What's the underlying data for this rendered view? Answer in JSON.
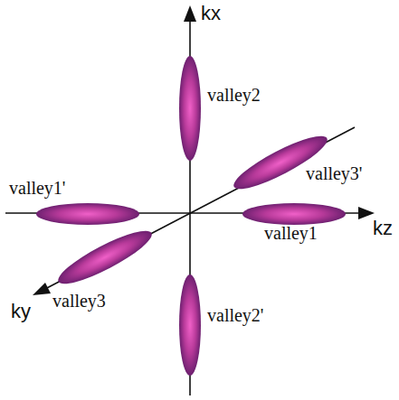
{
  "diagram": {
    "labels": [
      "kx",
      "kz",
      "ky",
      "valley2",
      "valley3'",
      "valley1'",
      "valley1",
      "valley3",
      "valley2'"
    ]
  }
}
